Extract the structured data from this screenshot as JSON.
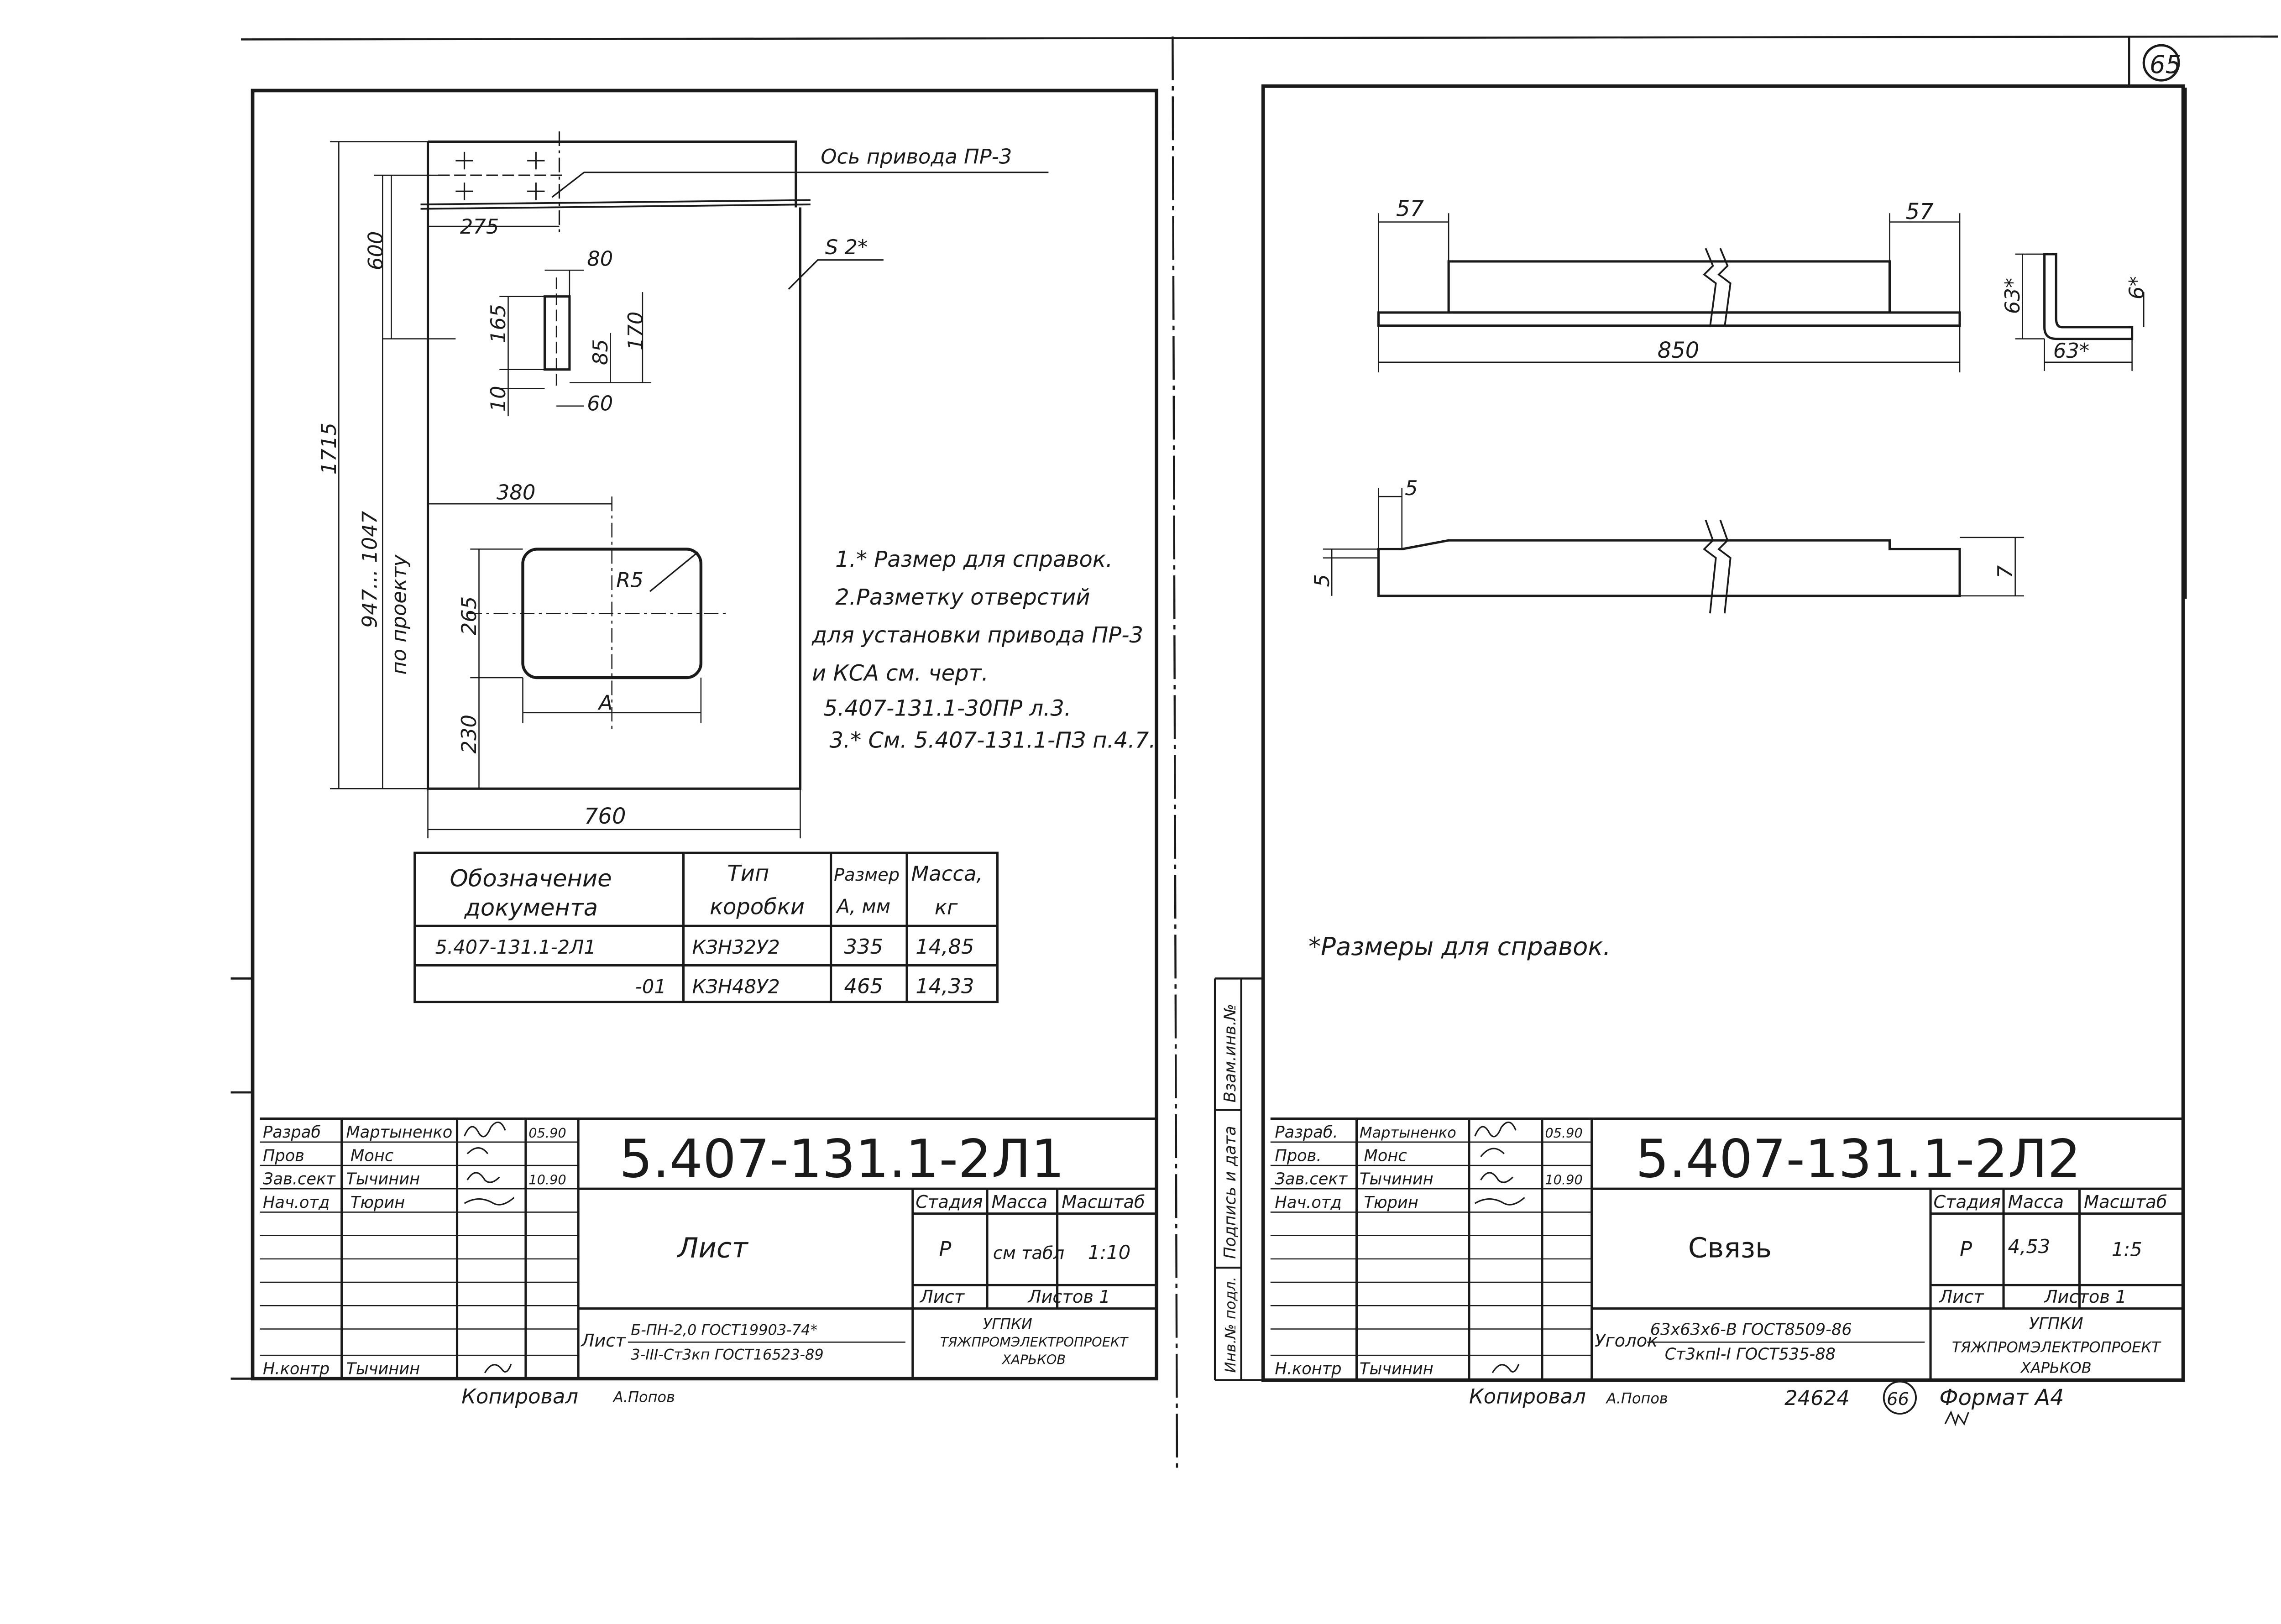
{
  "page_number": "65",
  "left_sheet": {
    "axis_label": "Ось привода ПР-3",
    "roughness": "S 2*",
    "dims": {
      "d275": "275",
      "d80": "80",
      "d600": "600",
      "d165": "165",
      "d170": "170",
      "d85": "85",
      "d10": "10",
      "d60": "60",
      "d1715": "1715",
      "d947": "947... 1047",
      "by_project": "по проекту",
      "d380": "380",
      "dR5": "R5",
      "d265": "265",
      "dA": "A",
      "d230": "230",
      "d760": "760"
    },
    "notes": [
      "1.* Размер для справок.",
      "2.Разметку отверстий",
      "для установки привода ПР-3",
      "и КСА см. черт.",
      "5.407-131.1-30ПР л.3.",
      "3.* См. 5.407-131.1-ПЗ п.4.7."
    ],
    "table": {
      "headers": [
        [
          "Обозначение",
          "документа"
        ],
        [
          "Тип",
          "коробки"
        ],
        [
          "Размер",
          "А, мм"
        ],
        [
          "Масса,",
          "кг"
        ]
      ],
      "rows": [
        [
          "5.407-131.1-2Л1",
          "КЗН32У2",
          "335",
          "14,85"
        ],
        [
          "-01",
          "КЗН48У2",
          "465",
          "14,33"
        ]
      ]
    },
    "title_block": {
      "roles": [
        "Разраб",
        "Пров",
        "Зав.сект",
        "Нач.отд",
        "Н.контр"
      ],
      "names": [
        "Мартыненко",
        "Монс",
        "Тычинин",
        "Тюрин",
        "Тычинин"
      ],
      "dates": [
        "05.90",
        "",
        "10.90",
        "",
        ""
      ],
      "doc_number": "5.407-131.1-2Л1",
      "name": "Лист",
      "stage_label": "Стадия",
      "mass_label": "Масса",
      "scale_label": "Масштаб",
      "stage": "Р",
      "mass": "см табл",
      "scale": "1:10",
      "sheet_label": "Лист",
      "sheets_label": "Листов 1",
      "material_prefix": "Лист",
      "material_top": "Б-ПН-2,0 ГОСТ19903-74*",
      "material_bottom": "3-III-Ст3кп ГОСТ16523-89",
      "org": [
        "УГПКИ",
        "ТЯЖПРОМЭЛЕКТРОПРОЕКТ",
        "ХАРЬКОВ"
      ]
    },
    "copied": "Копировал",
    "copied_sign": "А.Попов"
  },
  "right_sheet": {
    "dims": {
      "d57a": "57",
      "d57b": "57",
      "d850": "850",
      "d63v": "63*",
      "d6": "6*",
      "d63h": "63*",
      "d5a": "5",
      "d5b": "5",
      "d7": "7"
    },
    "note": "*Размеры для справок.",
    "side_labels": [
      "Взам.инв.№",
      "Подпись и дата",
      "Инв.№ подл."
    ],
    "title_block": {
      "roles": [
        "Разраб.",
        "Пров.",
        "Зав.сект",
        "Нач.отд",
        "Н.контр"
      ],
      "names": [
        "Мартыненко",
        "Монс",
        "Тычинин",
        "Тюрин",
        "Тычинин"
      ],
      "dates": [
        "05.90",
        "",
        "10.90",
        "",
        ""
      ],
      "doc_number": "5.407-131.1-2Л2",
      "name": "Связь",
      "stage_label": "Стадия",
      "mass_label": "Масса",
      "scale_label": "Масштаб",
      "stage": "Р",
      "mass": "4,53",
      "scale": "1:5",
      "sheet_label": "Лист",
      "sheets_label": "Листов 1",
      "material_prefix": "Уголок",
      "material_top": "63х63х6-В ГОСТ8509-86",
      "material_bottom": "Ст3кпI-I ГОСТ535-88",
      "org": [
        "УГПКИ",
        "ТЯЖПРОМЭЛЕКТРОПРОЕКТ",
        "ХАРЬКОВ"
      ]
    },
    "copied": "Копировал",
    "copied_sign": "А.Попов",
    "inv": "24624",
    "circle_num": "66",
    "format": "Формат А4"
  }
}
